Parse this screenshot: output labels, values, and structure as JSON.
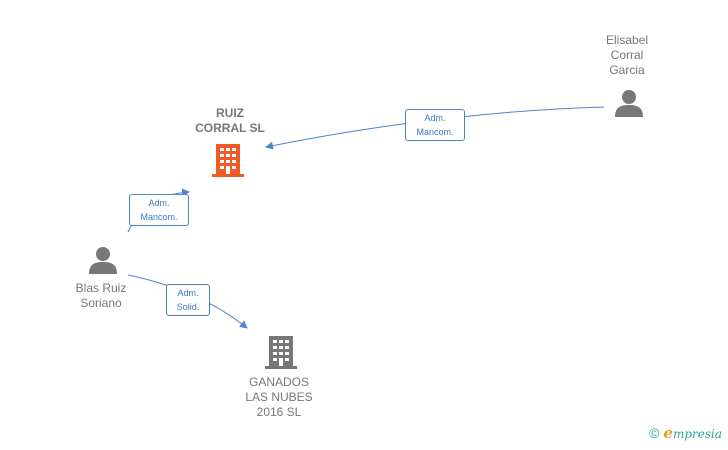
{
  "nodes": {
    "ruiz_corral": {
      "label": "RUIZ\nCORRAL  SL",
      "type": "company",
      "color": "#f05a28"
    },
    "ganados": {
      "label": "GANADOS\nLAS NUBES\n2016  SL",
      "type": "company",
      "color": "#777777"
    },
    "elisabel": {
      "label": "Elisabel\nCorral\nGarcia",
      "type": "person",
      "color": "#777777"
    },
    "blas": {
      "label": "Blas Ruiz\nSoriano",
      "type": "person",
      "color": "#777777"
    }
  },
  "edges": [
    {
      "from": "elisabel",
      "to": "ruiz_corral",
      "label": "Adm.\nMancom."
    },
    {
      "from": "blas",
      "to": "ruiz_corral",
      "label": "Adm.\nMancom."
    },
    {
      "from": "blas",
      "to": "ganados",
      "label": "Adm.\nSolid."
    }
  ],
  "edge_color": "#4a86c8",
  "watermark": {
    "copyright": "©",
    "brand_initial": "e",
    "brand_rest": "mpresia"
  }
}
